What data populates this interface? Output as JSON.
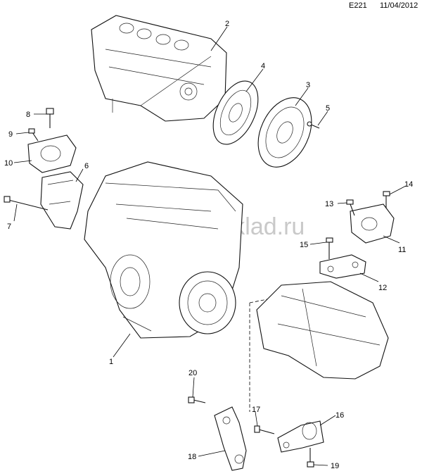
{
  "header": {
    "code": "E221",
    "date": "11/04/2012"
  },
  "watermark": "avtosklad.ru",
  "callouts": [
    "1",
    "2",
    "3",
    "4",
    "5",
    "6",
    "7",
    "8",
    "9",
    "10",
    "11",
    "12",
    "13",
    "14",
    "15",
    "16",
    "17",
    "18",
    "19",
    "20"
  ]
}
